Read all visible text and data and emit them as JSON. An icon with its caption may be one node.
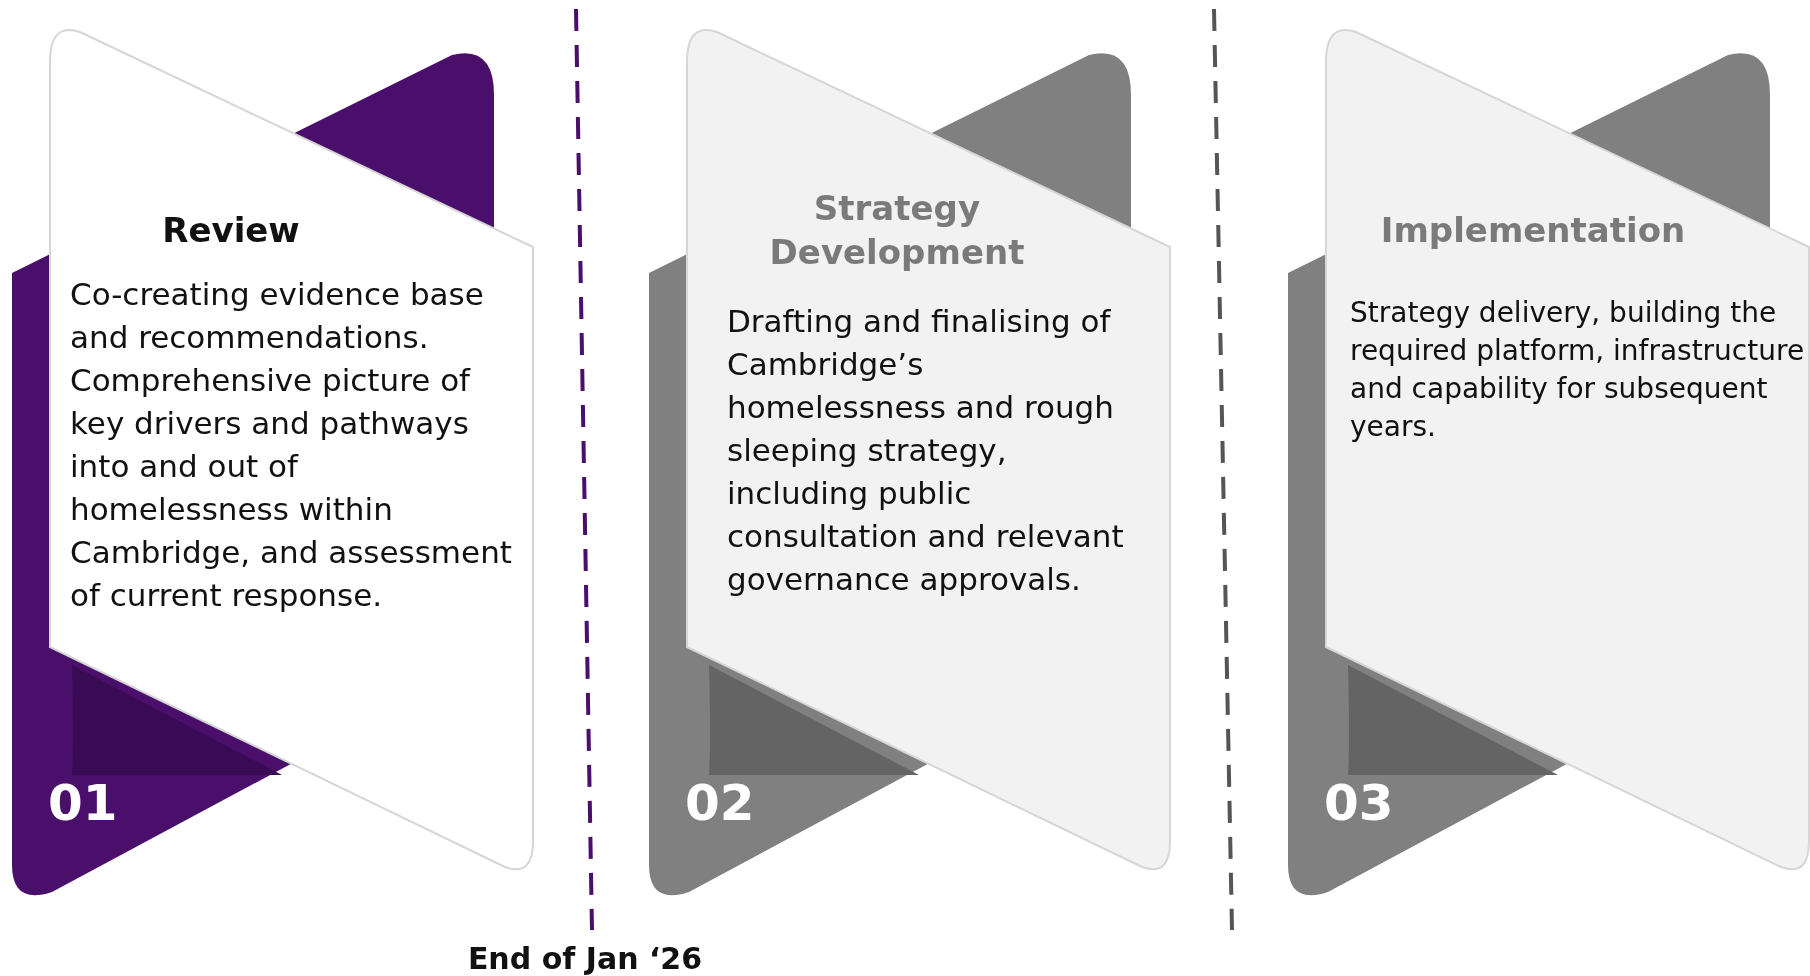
{
  "diagram": {
    "nodes": [
      {
        "text": [
          "Review",
          "Co-creating evidence base and recommendations. Comprehensive picture of key drivers and pathways into and out of homelessness within Cambridge, and assessment of current response."
        ]
      },
      {
        "text": [
          "01"
        ]
      },
      {
        "text": [
          "Strategy Development",
          "Drafting and finalising of Cambridge’s homelessness and rough sleeping strategy, including public consultation and relevant governance approvals."
        ]
      },
      {
        "text": [
          "02"
        ]
      },
      {
        "text": [
          "Implementation",
          "Strategy delivery, building the required platform, infrastructure and capability for subsequent years."
        ]
      },
      {
        "text": [
          "03"
        ]
      }
    ],
    "labels": [
      "End of Jan ‘26"
    ]
  }
}
